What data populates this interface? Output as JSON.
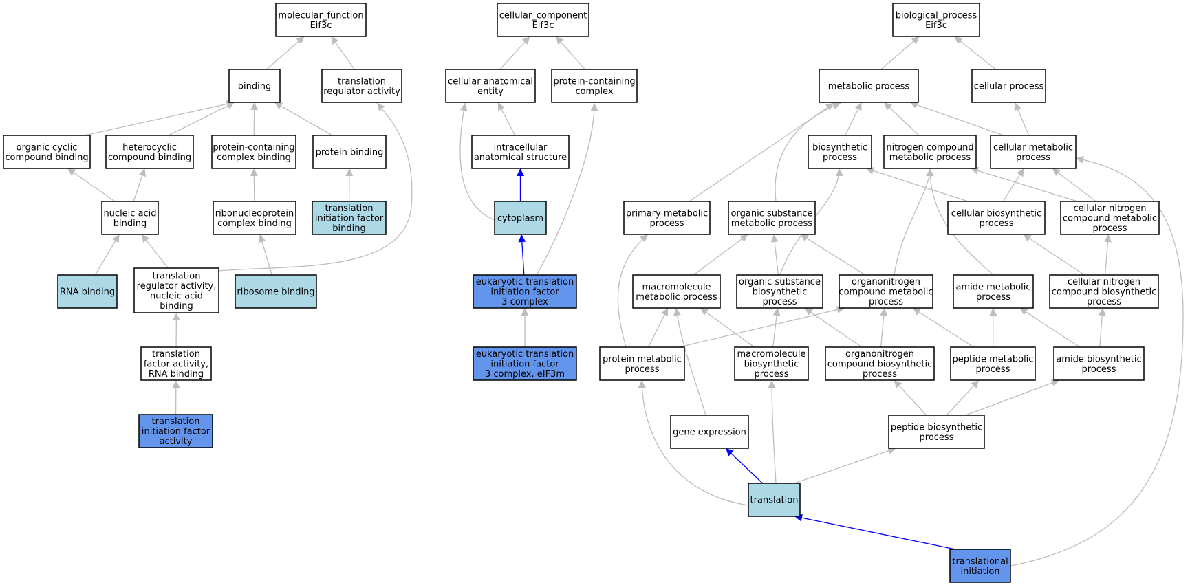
{
  "colors": {
    "plain_fill": "#ffffff",
    "annotated_fill": "#add8e6",
    "direct_fill": "#6495ed",
    "gray_edge": "#bdbdbd",
    "blue_edge": "#0000ff"
  },
  "nodes": [
    {
      "id": "mf_root",
      "lines": [
        "molecular_function",
        "Eif3c"
      ],
      "fill": "plain"
    },
    {
      "id": "binding",
      "lines": [
        "binding"
      ],
      "fill": "plain"
    },
    {
      "id": "transl_reg_act",
      "lines": [
        "translation",
        "regulator activity"
      ],
      "fill": "plain"
    },
    {
      "id": "org_cyclic",
      "lines": [
        "organic cyclic",
        "compound binding"
      ],
      "fill": "plain"
    },
    {
      "id": "heterocyclic",
      "lines": [
        "heterocyclic",
        "compound binding"
      ],
      "fill": "plain"
    },
    {
      "id": "prot_cont_cb",
      "lines": [
        "protein-containing",
        "complex binding"
      ],
      "fill": "plain"
    },
    {
      "id": "protein_binding",
      "lines": [
        "protein binding"
      ],
      "fill": "plain"
    },
    {
      "id": "nucleic_acid",
      "lines": [
        "nucleic acid",
        "binding"
      ],
      "fill": "plain"
    },
    {
      "id": "ribonucleo",
      "lines": [
        "ribonucleoprotein",
        "complex binding"
      ],
      "fill": "plain"
    },
    {
      "id": "tif_binding",
      "lines": [
        "translation",
        "initiation factor",
        "binding"
      ],
      "fill": "annotated"
    },
    {
      "id": "rna_binding",
      "lines": [
        "RNA binding"
      ],
      "fill": "annotated"
    },
    {
      "id": "tra_nab",
      "lines": [
        "translation",
        "regulator activity,",
        "nucleic acid",
        "binding"
      ],
      "fill": "plain"
    },
    {
      "id": "ribosome_binding",
      "lines": [
        "ribosome binding"
      ],
      "fill": "annotated"
    },
    {
      "id": "tfa_rna",
      "lines": [
        "translation",
        "factor activity,",
        "RNA binding"
      ],
      "fill": "plain"
    },
    {
      "id": "tif_activity",
      "lines": [
        "translation",
        "initiation factor",
        "activity"
      ],
      "fill": "direct"
    },
    {
      "id": "cc_root",
      "lines": [
        "cellular_component",
        "Eif3c"
      ],
      "fill": "plain"
    },
    {
      "id": "cae",
      "lines": [
        "cellular anatomical",
        "entity"
      ],
      "fill": "plain"
    },
    {
      "id": "pcc",
      "lines": [
        "protein-containing",
        "complex"
      ],
      "fill": "plain"
    },
    {
      "id": "ias",
      "lines": [
        "intracellular",
        "anatomical structure"
      ],
      "fill": "plain"
    },
    {
      "id": "cytoplasm",
      "lines": [
        "cytoplasm"
      ],
      "fill": "annotated"
    },
    {
      "id": "eif3",
      "lines": [
        "eukaryotic translation",
        "initiation factor",
        "3 complex"
      ],
      "fill": "direct"
    },
    {
      "id": "eif3m",
      "lines": [
        "eukaryotic translation",
        "initiation factor",
        "3 complex, eIF3m"
      ],
      "fill": "direct"
    },
    {
      "id": "bp_root",
      "lines": [
        "biological_process",
        "Eif3c"
      ],
      "fill": "plain"
    },
    {
      "id": "metabolic",
      "lines": [
        "metabolic process"
      ],
      "fill": "plain"
    },
    {
      "id": "cellular_process",
      "lines": [
        "cellular process"
      ],
      "fill": "plain"
    },
    {
      "id": "biosynthetic",
      "lines": [
        "biosynthetic",
        "process"
      ],
      "fill": "plain"
    },
    {
      "id": "nitrogen_cmp",
      "lines": [
        "nitrogen compound",
        "metabolic process"
      ],
      "fill": "plain"
    },
    {
      "id": "cell_metabolic",
      "lines": [
        "cellular metabolic",
        "process"
      ],
      "fill": "plain"
    },
    {
      "id": "primary_metabolic",
      "lines": [
        "primary metabolic",
        "process"
      ],
      "fill": "plain"
    },
    {
      "id": "org_sub_met",
      "lines": [
        "organic substance",
        "metabolic process"
      ],
      "fill": "plain"
    },
    {
      "id": "cell_biosynth",
      "lines": [
        "cellular biosynthetic",
        "process"
      ],
      "fill": "plain"
    },
    {
      "id": "cell_nitro_met",
      "lines": [
        "cellular nitrogen",
        "compound metabolic",
        "process"
      ],
      "fill": "plain"
    },
    {
      "id": "macro_met",
      "lines": [
        "macromolecule",
        "metabolic process"
      ],
      "fill": "plain"
    },
    {
      "id": "org_sub_bio",
      "lines": [
        "organic substance",
        "biosynthetic",
        "process"
      ],
      "fill": "plain"
    },
    {
      "id": "organonitro_met",
      "lines": [
        "organonitrogen",
        "compound metabolic",
        "process"
      ],
      "fill": "plain"
    },
    {
      "id": "amide_met",
      "lines": [
        "amide metabolic",
        "process"
      ],
      "fill": "plain"
    },
    {
      "id": "cell_nitro_bio",
      "lines": [
        "cellular nitrogen",
        "compound biosynthetic",
        "process"
      ],
      "fill": "plain"
    },
    {
      "id": "protein_met",
      "lines": [
        "protein metabolic",
        "process"
      ],
      "fill": "plain"
    },
    {
      "id": "macro_bio",
      "lines": [
        "macromolecule",
        "biosynthetic",
        "process"
      ],
      "fill": "plain"
    },
    {
      "id": "organonitro_bio",
      "lines": [
        "organonitrogen",
        "compound biosynthetic",
        "process"
      ],
      "fill": "plain"
    },
    {
      "id": "peptide_met",
      "lines": [
        "peptide metabolic",
        "process"
      ],
      "fill": "plain"
    },
    {
      "id": "amide_bio",
      "lines": [
        "amide biosynthetic",
        "process"
      ],
      "fill": "plain"
    },
    {
      "id": "gene_expr",
      "lines": [
        "gene expression"
      ],
      "fill": "plain"
    },
    {
      "id": "peptide_bio",
      "lines": [
        "peptide biosynthetic",
        "process"
      ],
      "fill": "plain"
    },
    {
      "id": "translation",
      "lines": [
        "translation"
      ],
      "fill": "annotated"
    },
    {
      "id": "transl_init",
      "lines": [
        "translational",
        "initiation"
      ],
      "fill": "direct"
    }
  ],
  "edges": [
    {
      "from": "binding",
      "to": "mf_root",
      "color": "gray"
    },
    {
      "from": "transl_reg_act",
      "to": "mf_root",
      "color": "gray"
    },
    {
      "from": "org_cyclic",
      "to": "binding",
      "color": "gray"
    },
    {
      "from": "heterocyclic",
      "to": "binding",
      "color": "gray"
    },
    {
      "from": "prot_cont_cb",
      "to": "binding",
      "color": "gray"
    },
    {
      "from": "protein_binding",
      "to": "binding",
      "color": "gray"
    },
    {
      "from": "nucleic_acid",
      "to": "org_cyclic",
      "color": "gray"
    },
    {
      "from": "nucleic_acid",
      "to": "heterocyclic",
      "color": "gray"
    },
    {
      "from": "ribonucleo",
      "to": "prot_cont_cb",
      "color": "gray"
    },
    {
      "from": "tif_binding",
      "to": "protein_binding",
      "color": "gray"
    },
    {
      "from": "rna_binding",
      "to": "nucleic_acid",
      "color": "gray"
    },
    {
      "from": "tra_nab",
      "to": "nucleic_acid",
      "color": "gray"
    },
    {
      "from": "tra_nab",
      "to": "transl_reg_act",
      "color": "gray"
    },
    {
      "from": "ribosome_binding",
      "to": "ribonucleo",
      "color": "gray"
    },
    {
      "from": "tfa_rna",
      "to": "tra_nab",
      "color": "gray"
    },
    {
      "from": "tif_activity",
      "to": "tfa_rna",
      "color": "gray"
    },
    {
      "from": "cae",
      "to": "cc_root",
      "color": "gray"
    },
    {
      "from": "pcc",
      "to": "cc_root",
      "color": "gray"
    },
    {
      "from": "ias",
      "to": "cae",
      "color": "gray"
    },
    {
      "from": "cytoplasm",
      "to": "cae",
      "color": "gray"
    },
    {
      "from": "cytoplasm",
      "to": "ias",
      "color": "blue"
    },
    {
      "from": "eif3",
      "to": "cytoplasm",
      "color": "blue"
    },
    {
      "from": "eif3",
      "to": "pcc",
      "color": "gray"
    },
    {
      "from": "eif3m",
      "to": "eif3",
      "color": "gray"
    },
    {
      "from": "metabolic",
      "to": "bp_root",
      "color": "gray"
    },
    {
      "from": "cellular_process",
      "to": "bp_root",
      "color": "gray"
    },
    {
      "from": "biosynthetic",
      "to": "metabolic",
      "color": "gray"
    },
    {
      "from": "nitrogen_cmp",
      "to": "metabolic",
      "color": "gray"
    },
    {
      "from": "cell_metabolic",
      "to": "metabolic",
      "color": "gray"
    },
    {
      "from": "cell_metabolic",
      "to": "cellular_process",
      "color": "gray"
    },
    {
      "from": "primary_metabolic",
      "to": "metabolic",
      "color": "gray"
    },
    {
      "from": "org_sub_met",
      "to": "metabolic",
      "color": "gray"
    },
    {
      "from": "cell_biosynth",
      "to": "biosynthetic",
      "color": "gray"
    },
    {
      "from": "cell_biosynth",
      "to": "cell_metabolic",
      "color": "gray"
    },
    {
      "from": "cell_nitro_met",
      "to": "nitrogen_cmp",
      "color": "gray"
    },
    {
      "from": "cell_nitro_met",
      "to": "cell_metabolic",
      "color": "gray"
    },
    {
      "from": "macro_met",
      "to": "org_sub_met",
      "color": "gray"
    },
    {
      "from": "org_sub_bio",
      "to": "org_sub_met",
      "color": "gray"
    },
    {
      "from": "org_sub_bio",
      "to": "biosynthetic",
      "color": "gray"
    },
    {
      "from": "organonitro_met",
      "to": "org_sub_met",
      "color": "gray"
    },
    {
      "from": "organonitro_met",
      "to": "nitrogen_cmp",
      "color": "gray"
    },
    {
      "from": "amide_met",
      "to": "nitrogen_cmp",
      "color": "gray"
    },
    {
      "from": "cell_nitro_bio",
      "to": "cell_biosynth",
      "color": "gray"
    },
    {
      "from": "cell_nitro_bio",
      "to": "cell_nitro_met",
      "color": "gray"
    },
    {
      "from": "protein_met",
      "to": "macro_met",
      "color": "gray"
    },
    {
      "from": "protein_met",
      "to": "organonitro_met",
      "color": "gray"
    },
    {
      "from": "protein_met",
      "to": "primary_metabolic",
      "color": "gray"
    },
    {
      "from": "macro_bio",
      "to": "macro_met",
      "color": "gray"
    },
    {
      "from": "macro_bio",
      "to": "org_sub_bio",
      "color": "gray"
    },
    {
      "from": "organonitro_bio",
      "to": "organonitro_met",
      "color": "gray"
    },
    {
      "from": "organonitro_bio",
      "to": "org_sub_bio",
      "color": "gray"
    },
    {
      "from": "peptide_met",
      "to": "amide_met",
      "color": "gray"
    },
    {
      "from": "peptide_met",
      "to": "organonitro_met",
      "color": "gray"
    },
    {
      "from": "amide_bio",
      "to": "amide_met",
      "color": "gray"
    },
    {
      "from": "amide_bio",
      "to": "cell_nitro_bio",
      "color": "gray"
    },
    {
      "from": "gene_expr",
      "to": "macro_met",
      "color": "gray"
    },
    {
      "from": "peptide_bio",
      "to": "peptide_met",
      "color": "gray"
    },
    {
      "from": "peptide_bio",
      "to": "organonitro_bio",
      "color": "gray"
    },
    {
      "from": "peptide_bio",
      "to": "amide_bio",
      "color": "gray"
    },
    {
      "from": "translation",
      "to": "gene_expr",
      "color": "blue"
    },
    {
      "from": "translation",
      "to": "peptide_bio",
      "color": "gray"
    },
    {
      "from": "translation",
      "to": "protein_met",
      "color": "gray"
    },
    {
      "from": "translation",
      "to": "macro_bio",
      "color": "gray"
    },
    {
      "from": "transl_init",
      "to": "translation",
      "color": "blue"
    },
    {
      "from": "transl_init",
      "to": "cell_metabolic",
      "color": "gray"
    }
  ]
}
